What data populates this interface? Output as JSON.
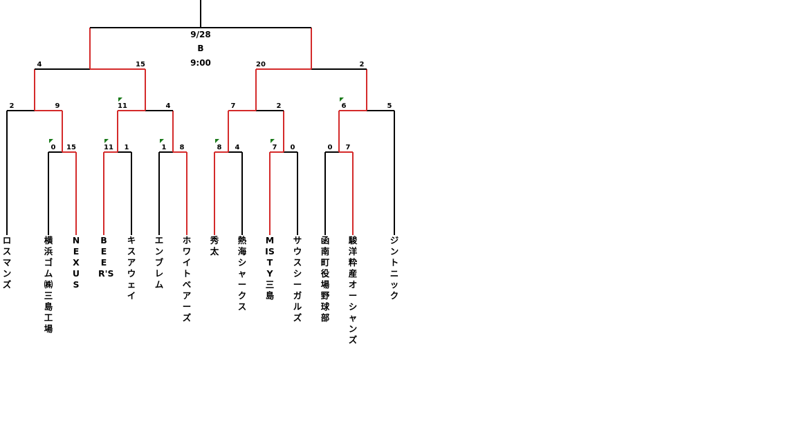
{
  "final": {
    "date": "9/28",
    "field": "B",
    "time": "9:00"
  },
  "teams": [
    "ロスマンズ",
    "横浜ゴム㈱三島工場",
    "NEXUS",
    "BEER'S",
    "キスアウェイ",
    "エンブレム",
    "ホワイトベアーズ",
    "秀太",
    "熱海シャークス",
    "MISTY三島",
    "サウスシーガルズ",
    "函南町役場野球部",
    "駿洋粋産オーシャンズ",
    "ジントニック"
  ],
  "round1": [
    {
      "left_score": "0",
      "right_score": "15",
      "winner": "right",
      "note_flag": true
    },
    {
      "left_score": "11",
      "right_score": "1",
      "winner": "left",
      "note_flag": true
    },
    {
      "left_score": "1",
      "right_score": "8",
      "winner": "right",
      "note_flag": true
    },
    {
      "left_score": "8",
      "right_score": "4",
      "winner": "left",
      "note_flag": true
    },
    {
      "left_score": "7",
      "right_score": "0",
      "winner": "left",
      "note_flag": true
    },
    {
      "left_score": "0",
      "right_score": "7",
      "winner": "right",
      "note_flag": false
    }
  ],
  "round2": [
    {
      "left_score": "2",
      "right_score": "9",
      "winner": "right",
      "note_flag": false
    },
    {
      "left_score": "11",
      "right_score": "4",
      "winner": "left",
      "note_flag": true
    },
    {
      "left_score": "7",
      "right_score": "2",
      "winner": "left",
      "note_flag": false
    },
    {
      "left_score": "6",
      "right_score": "5",
      "winner": "left",
      "note_flag": true
    }
  ],
  "semifinal": [
    {
      "left_score": "4",
      "right_score": "15",
      "winner": "right"
    },
    {
      "left_score": "20",
      "right_score": "2",
      "winner": "left"
    }
  ],
  "colors": {
    "win_line": "#d42a2a",
    "line": "#000000",
    "flag": "#1a7a1a"
  }
}
